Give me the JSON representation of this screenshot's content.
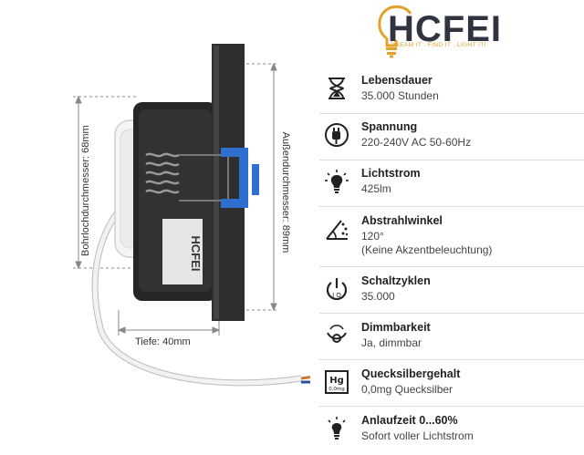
{
  "logo": {
    "brand": "HCFEI",
    "slogan": "DREAM IT . FIND IT . LIGHT IT!",
    "colors": {
      "text": "#2f3440",
      "accent": "#e3a12a"
    }
  },
  "dimensions": {
    "hole_diameter": "Bohrlochdurchmesser: 68mm",
    "outer_diameter": "Außendurchmesser: 89mm",
    "depth": "Tiefe: 40mm",
    "product_label": "HCFEI"
  },
  "features": [
    {
      "icon": "hourglass-icon",
      "title": "Lebensdauer",
      "lines": [
        "35.000 Stunden"
      ]
    },
    {
      "icon": "power-plug-icon",
      "title": "Spannung",
      "lines": [
        "220-240V AC 50-60Hz"
      ]
    },
    {
      "icon": "light-bulb-icon",
      "title": "Lichtstrom",
      "lines": [
        "425lm"
      ]
    },
    {
      "icon": "beam-angle-icon",
      "title": "Abstrahlwinkel",
      "lines": [
        "120°",
        "(Keine Akzentbeleuchtung)"
      ]
    },
    {
      "icon": "power-switch-icon",
      "title": "Schaltzyklen",
      "lines": [
        "35.000"
      ]
    },
    {
      "icon": "dimmer-icon",
      "title": "Dimmbarkeit",
      "lines": [
        "Ja, dimmbar"
      ]
    },
    {
      "icon": "mercury-icon",
      "title": "Quecksilbergehalt",
      "lines": [
        "0,0mg Quecksilber"
      ],
      "badge": {
        "top": "Hg",
        "bottom": "0,0mg"
      }
    },
    {
      "icon": "startup-bulb-icon",
      "title": "Anlaufzeit 0...60%",
      "lines": [
        "Sofort voller Lichtstrom"
      ]
    }
  ]
}
